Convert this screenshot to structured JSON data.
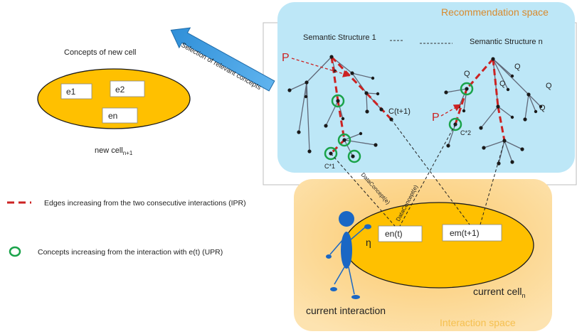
{
  "recommendation_space": {
    "title": "Recommendation space",
    "structure_1_label": "Semantic Structure 1",
    "structure_n_label": "Semantic Structure n",
    "p_label_1": "P",
    "p_label_2": "P",
    "q_label": "Q",
    "c_t1_label": "C(t+1)",
    "c_star_1_label": "C*1",
    "c_star_2_label": "C*2"
  },
  "interaction_space": {
    "title": "Interaction space",
    "current_cell_label": "current cell",
    "current_cell_sub": "n",
    "eta_label": "η",
    "en_t_label": "en(t)",
    "em_t1_label": "em(t+1)",
    "current_interaction_label": "current interaction",
    "data_concept_label_1": "DataConcept(e)",
    "data_concept_label_2": "DataConcept(e)"
  },
  "new_cell": {
    "title": "Concepts of new cell",
    "e1": "e1",
    "e2": "e2",
    "en": "en",
    "caption": "new cell",
    "caption_sub": "n+1",
    "arrow_label": "Selection of relevant concepts"
  },
  "legend": {
    "edges_label": "Edges increasing from the two consecutive interactions (IPR)",
    "concepts_label": "Concepts increasing from the interaction with e(t) (UPR)"
  },
  "colors": {
    "recommendation_bg": "#bde7f7",
    "interaction_bg": "#fbd98a",
    "cell_fill": "#ffc000",
    "edge_red": "#cc2222",
    "circle_green": "#1aa34a",
    "arrow_blue": "#2f8fd8",
    "person_blue": "#1a67c4",
    "orange_text": "#d88a2e"
  }
}
